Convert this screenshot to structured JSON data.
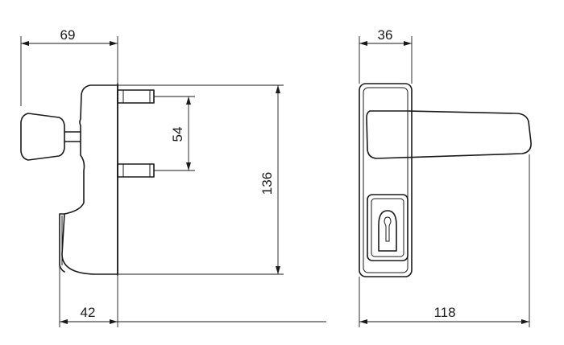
{
  "dimensions": {
    "side_projection": "69",
    "pin_spacing": "54",
    "overall_height": "136",
    "base_depth": "42",
    "front_width": "36",
    "overall_width": "118"
  }
}
